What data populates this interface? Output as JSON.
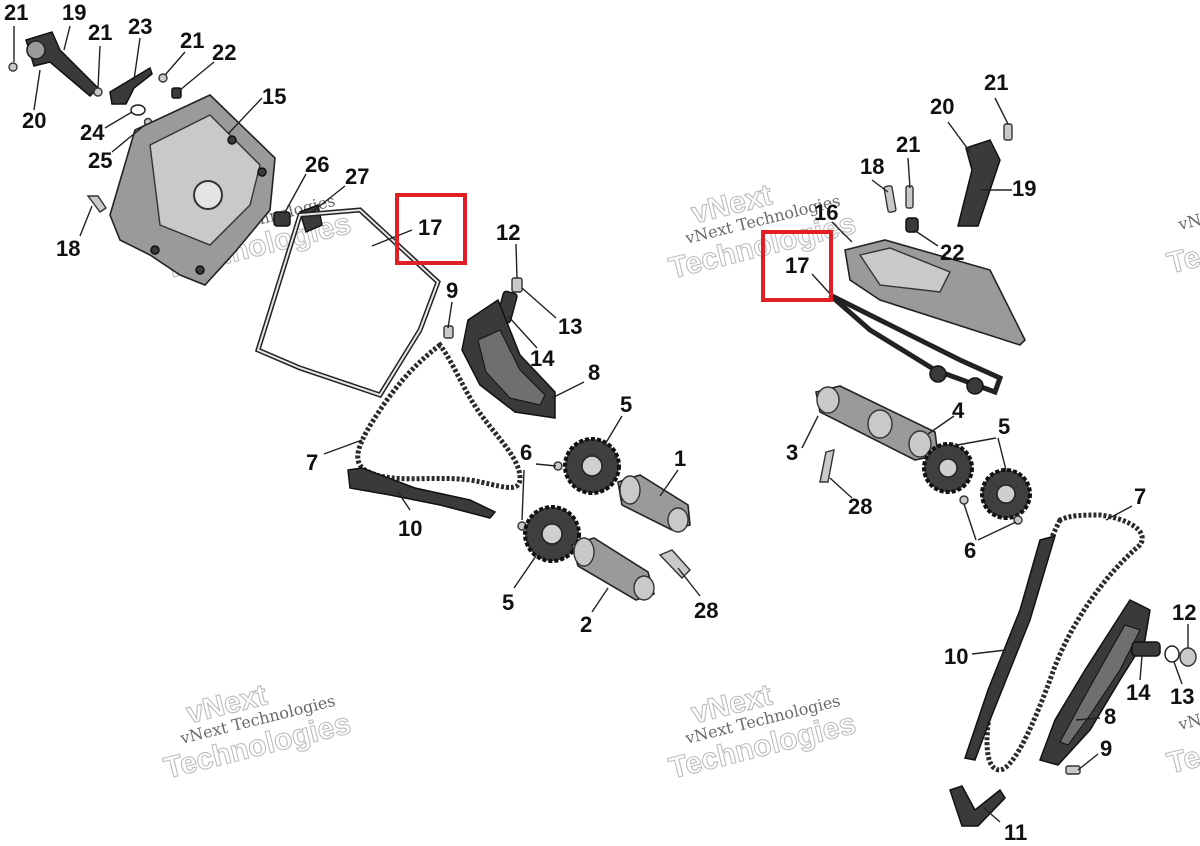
{
  "watermark": {
    "line1": "vNext",
    "line2": "vNext Technologies",
    "line3": "Technologies"
  },
  "highlight": {
    "part_number": "17",
    "color": "#e01f26"
  },
  "left_view": {
    "callouts": [
      "21",
      "19",
      "21",
      "23",
      "21",
      "22",
      "20",
      "24",
      "25",
      "15",
      "18",
      "26",
      "27",
      "17",
      "12",
      "9",
      "13",
      "14",
      "8",
      "5",
      "7",
      "6",
      "1",
      "10",
      "5",
      "28",
      "2"
    ]
  },
  "right_view": {
    "callouts": [
      "21",
      "20",
      "18",
      "21",
      "19",
      "16",
      "22",
      "17",
      "4",
      "5",
      "3",
      "28",
      "7",
      "6",
      "12",
      "10",
      "14",
      "13",
      "8",
      "9",
      "11"
    ]
  }
}
